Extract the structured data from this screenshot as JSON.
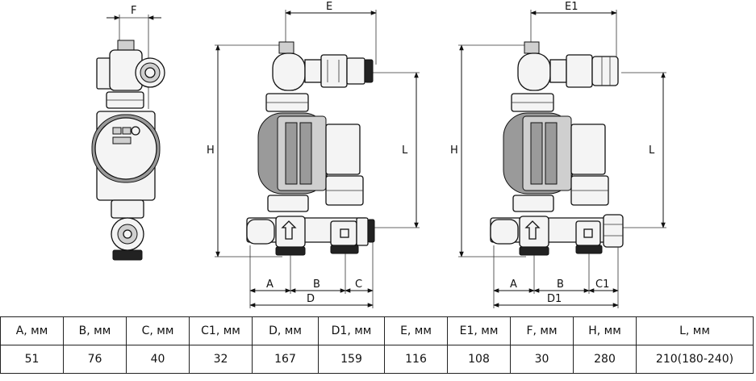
{
  "labels": {
    "F": "F",
    "E": "E",
    "E1": "E1",
    "H_mid": "H",
    "H_right": "H",
    "L_mid": "L",
    "L_right": "L",
    "A_mid": "A",
    "B_mid": "B",
    "C_mid": "C",
    "D_mid": "D",
    "A_right": "A",
    "B_right": "B",
    "C1_right": "C1",
    "D1_right": "D1"
  },
  "table": {
    "headers": [
      "A, мм",
      "B, мм",
      "C, мм",
      "C1, мм",
      "D, мм",
      "D1, мм",
      "E, мм",
      "E1, мм",
      "F, мм",
      "H, мм",
      "L, мм"
    ],
    "values": [
      "51",
      "76",
      "40",
      "32",
      "167",
      "159",
      "116",
      "108",
      "30",
      "280",
      "210(180-240)"
    ]
  }
}
